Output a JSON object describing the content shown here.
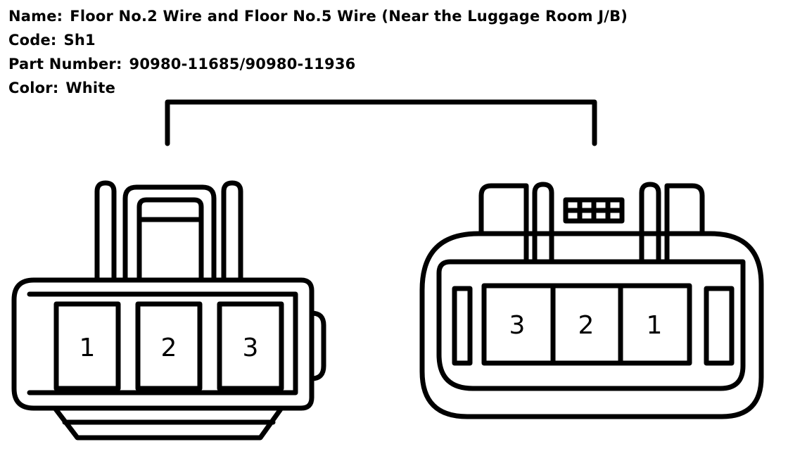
{
  "info": {
    "name_label": "Name:",
    "name_value": "Floor No.2 Wire and Floor No.5 Wire (Near the Luggage Room J/B)",
    "code_label": "Code:",
    "code_value": "Sh1",
    "part_label": "Part Number:",
    "part_value": "90980-11685/90980-11936",
    "color_label": "Color:",
    "color_value": "White"
  },
  "connectors": {
    "left": {
      "pins": [
        "1",
        "2",
        "3"
      ]
    },
    "right": {
      "pins": [
        "3",
        "2",
        "1"
      ]
    }
  }
}
